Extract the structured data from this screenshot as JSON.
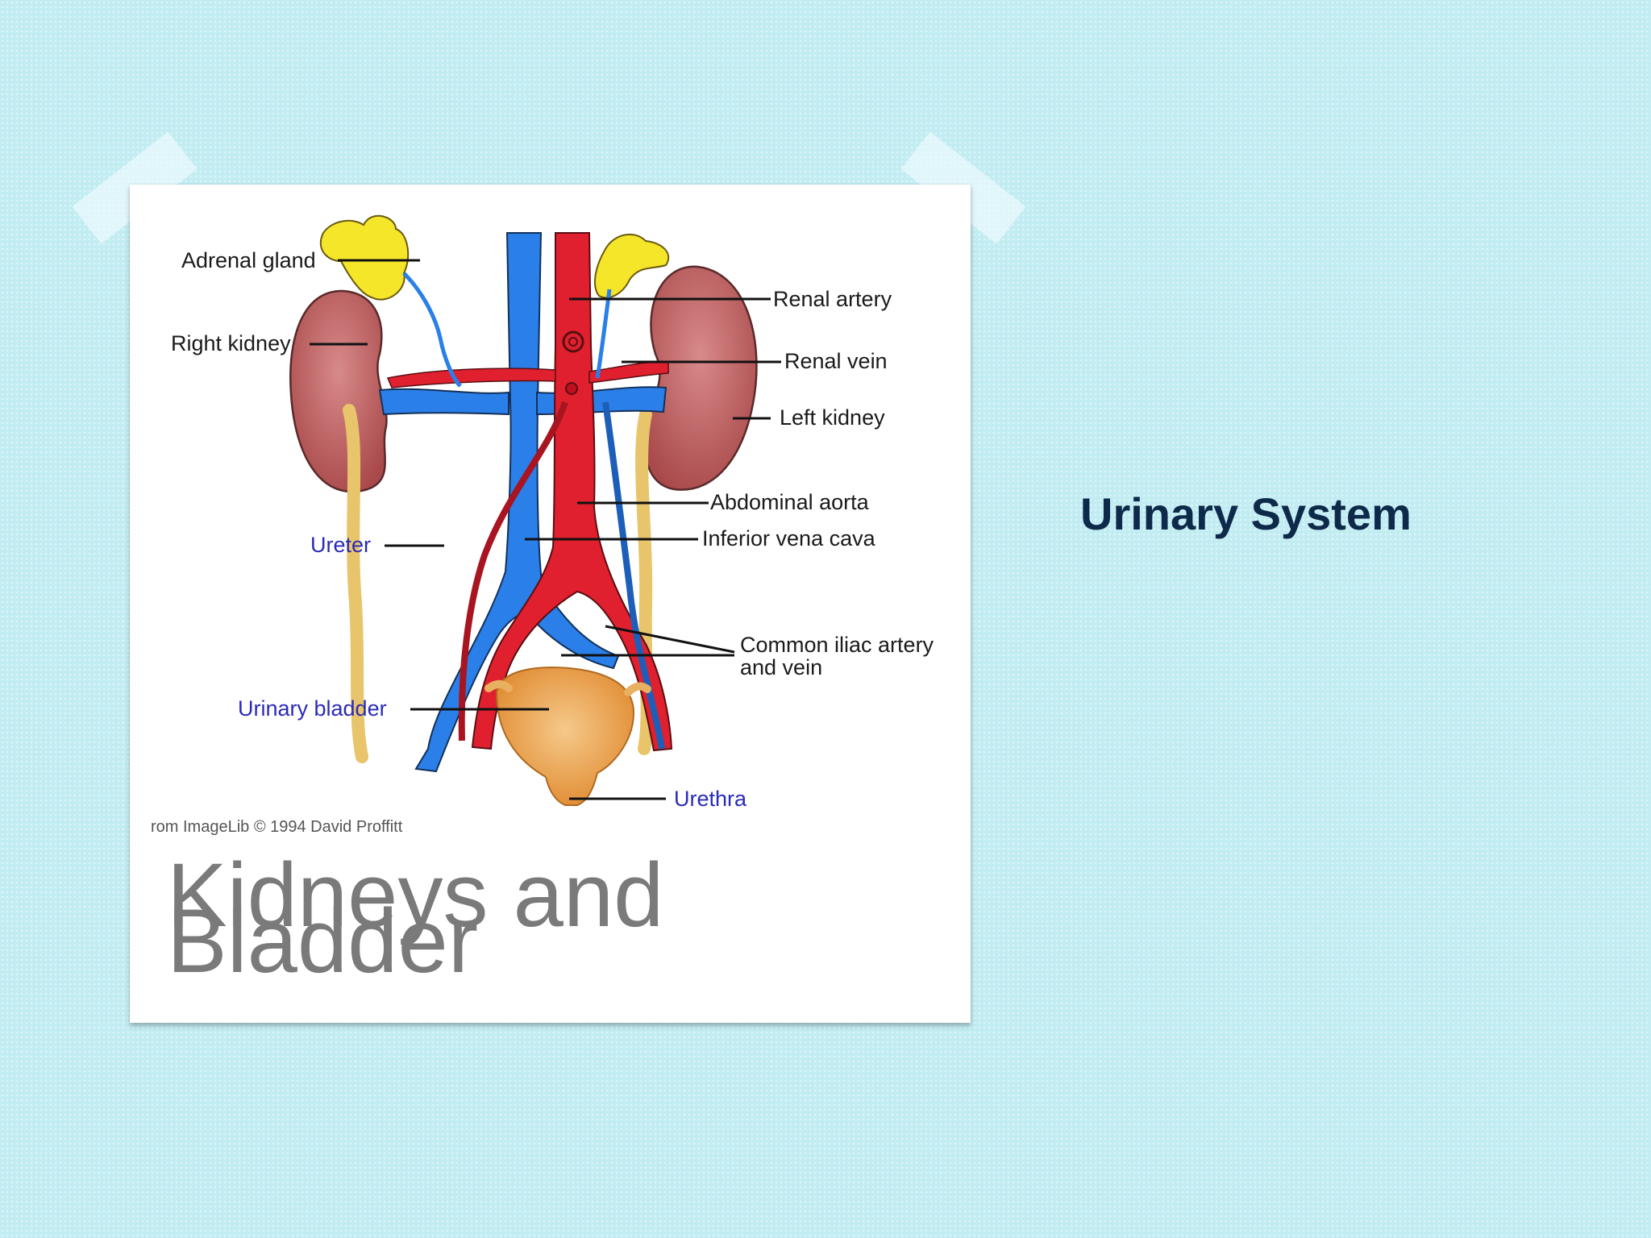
{
  "slide": {
    "title_line1": "Kidneys and",
    "title_line2": "Bladder",
    "side_title": "Urinary System"
  },
  "diagram": {
    "labels": {
      "adrenal_gland": "Adrenal gland",
      "right_kidney": "Right kidney",
      "ureter": "Ureter",
      "urinary_bladder": "Urinary bladder",
      "renal_artery": "Renal artery",
      "renal_vein": "Renal vein",
      "left_kidney": "Left kidney",
      "abdominal_aorta": "Abdominal aorta",
      "inferior_vena_cava": "Inferior vena cava",
      "common_iliac_line1": "Common iliac artery",
      "common_iliac_line2": "and vein",
      "urethra": "Urethra"
    },
    "credit": "rom ImageLib © 1994 David Proffitt"
  },
  "colors": {
    "background": "#c0ecf2",
    "artery_red": "#e0202e",
    "vein_blue": "#2a7fe8",
    "kidney": "#b5595a",
    "adrenal_yellow": "#f5e62a",
    "ureter_yellow": "#e8c46a",
    "bladder_orange": "#eea04a",
    "blue_label": "#2a2ab8",
    "title_gray": "#7a7a7a",
    "side_title_navy": "#0e2a4a"
  }
}
